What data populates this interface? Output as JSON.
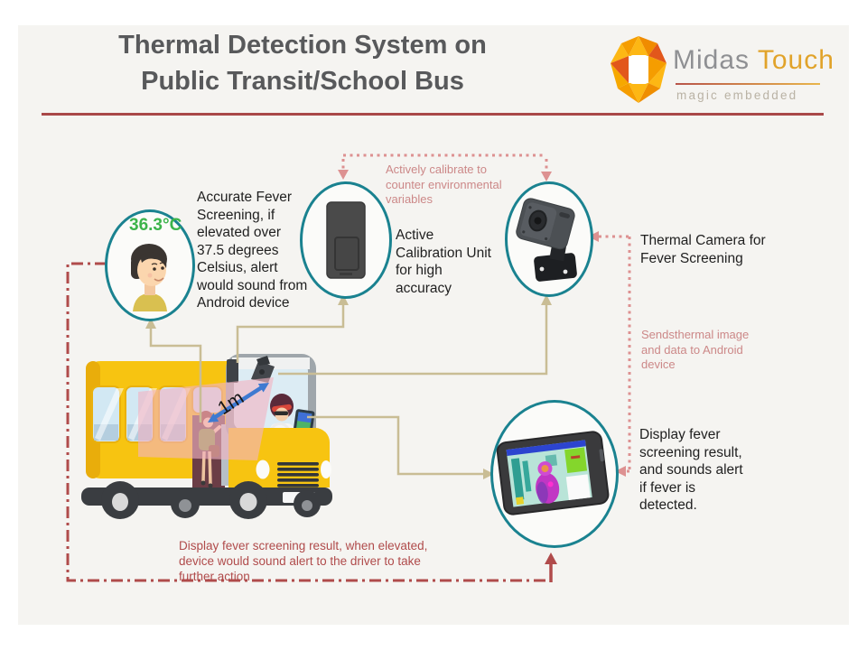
{
  "slide": {
    "title": "Thermal Detection System on\nPublic Transit/School Bus"
  },
  "logo": {
    "brand_primary": "Midas",
    "brand_secondary": "Touch",
    "tagline": "magic embedded"
  },
  "annotations": {
    "temperature_reading": "36.3°C",
    "distance_label": "1m",
    "fever_screening_note": "Accurate Fever\nScreening, if\nelevated over\n37.5 degrees\nCelsius, alert\nwould sound from\nAndroid device",
    "calibration_callout": "Actively calibrate to\ncounter environmental\nvariables",
    "calibration_unit_label": "Active\nCalibration Unit\nfor high\naccuracy",
    "thermal_camera_label": "Thermal Camera for\nFever Screening",
    "sends_data_note": "Sendsthermal image\nand data to Android\ndevice",
    "display_result_label": "Display fever\nscreening result,\nand sounds alert\nif fever is\ndetected.",
    "driver_alert_note": "Display fever screening result, when elevated,\ndevice would sound alert to the driver to take\nfurther action"
  },
  "colors": {
    "oval_stroke": "#1a8290",
    "connector_tan": "#c9bd95",
    "dotted_rose": "#dd9191",
    "dashdot_red": "#b04b4b",
    "temperature_green": "#3cb44b",
    "note_pink": "#cc8888",
    "body_text": "#1f1f1f",
    "bus_yellow": "#f7c411",
    "title_gray": "#58595b",
    "brand_gold": "#e1a32a"
  }
}
